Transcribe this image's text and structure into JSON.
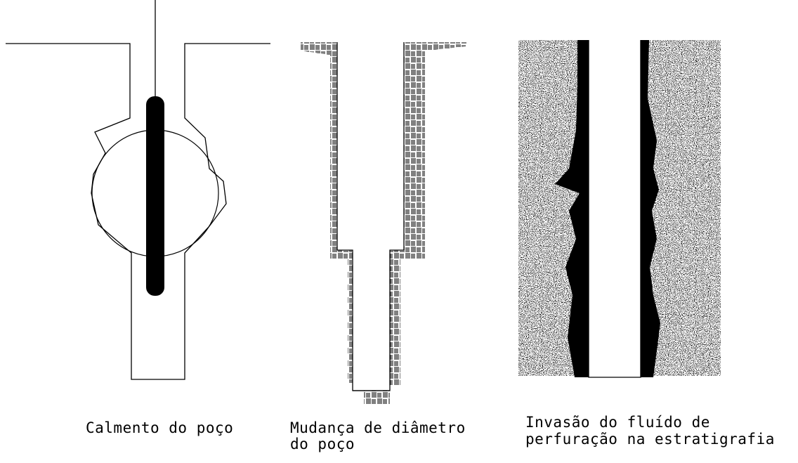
{
  "panels": [
    {
      "id": "caving",
      "caption_lines": [
        "Calmento do poço"
      ]
    },
    {
      "id": "diameter-change",
      "caption_lines": [
        "Mudança de diâmetro",
        "do poço"
      ]
    },
    {
      "id": "fluid-invasion",
      "caption_lines": [
        "Invasão do fluído de",
        "perfuração na estratigrafia"
      ]
    }
  ],
  "colors": {
    "line": "#000000",
    "background": "#ffffff",
    "stipple": "#000000"
  }
}
